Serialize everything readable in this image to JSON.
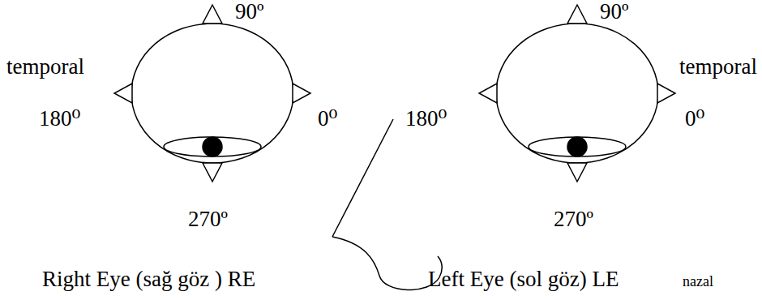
{
  "diagram": {
    "labels": [
      "90º",
      "90º",
      "temporal",
      "temporal",
      "180⁰",
      "0⁰",
      "180⁰",
      "0⁰",
      "270º",
      "270º",
      "Right Eye (sağ göz ) RE",
      "Left Eye (sol göz) LE",
      "nazal"
    ]
  }
}
